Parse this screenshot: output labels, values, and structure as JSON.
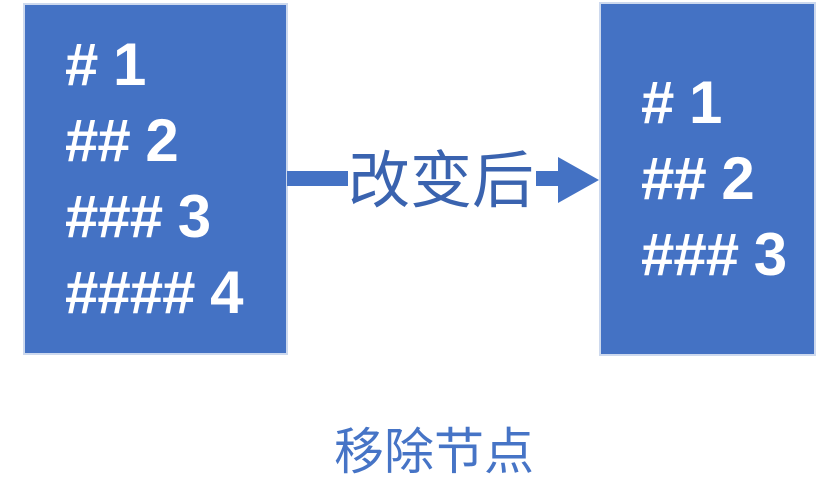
{
  "diagram": {
    "title": "移除节点",
    "source_box": {
      "lines": [
        "# 1",
        "## 2",
        "### 3",
        "#### 4"
      ]
    },
    "result_box": {
      "lines": [
        "# 1",
        "## 2",
        "### 3"
      ]
    },
    "arrow": {
      "label": "改变后",
      "direction": "right"
    },
    "caption": "移除节点",
    "colors": {
      "box_fill": "#4472C4",
      "box_border": "#CDD9EE",
      "box_text": "#FFFFFF",
      "arrow_fill": "#4472C4",
      "arrow_label_text": "#3A63AF",
      "caption_text": "#4674C6",
      "background": "#FFFFFF"
    }
  }
}
